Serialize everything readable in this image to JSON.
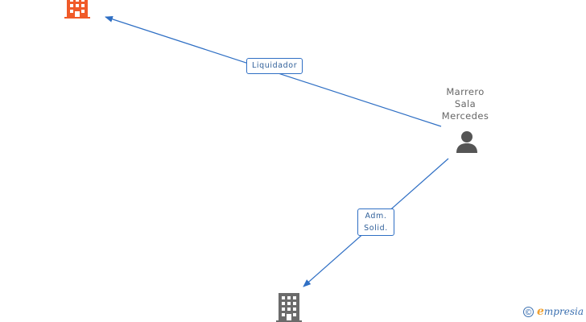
{
  "person": {
    "name_lines": [
      "Marrero",
      "Sala",
      "Mercedes"
    ],
    "icon": "person-icon"
  },
  "edges": [
    {
      "label_lines": [
        "Liquidador"
      ]
    },
    {
      "label_lines": [
        "Adm.",
        "Solid."
      ]
    }
  ],
  "companies": [
    {
      "icon": "building-icon",
      "color": "#f05a28"
    },
    {
      "icon": "building-icon",
      "color": "#6b6b6b"
    }
  ],
  "colors": {
    "edge": "#2f6fc4",
    "person": "#555555"
  },
  "watermark": {
    "copyright": "©",
    "brand_initial": "e",
    "brand_rest": "mpresia"
  }
}
